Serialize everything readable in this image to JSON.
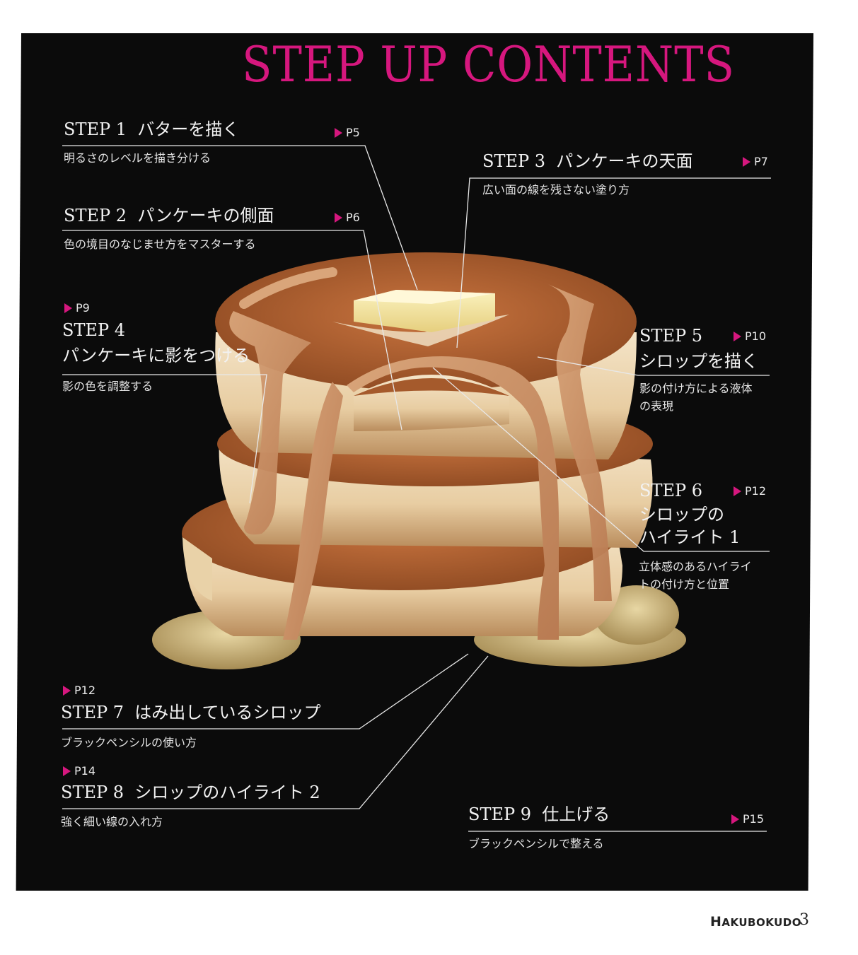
{
  "page": {
    "title": "STEP UP CONTENTS",
    "accent_color": "#d6177e",
    "background_color": "#0b0b0b",
    "publisher": "HAKUBOKUDO",
    "publisher_first": "H",
    "publisher_rest": "AKUBOKUDO",
    "page_number": "3"
  },
  "illustration": {
    "subject": "stack of three pancakes with butter and syrup (chalk art)",
    "icon": "pancake-illustration"
  },
  "steps": [
    {
      "num": "STEP 1",
      "title": "バターを描く",
      "page": "P5",
      "desc": [
        "明るさのレベルを描き分ける"
      ]
    },
    {
      "num": "STEP 2",
      "title": "パンケーキの側面",
      "page": "P6",
      "desc": [
        "色の境目のなじませ方をマスターする"
      ]
    },
    {
      "num": "STEP 3",
      "title": "パンケーキの天面",
      "page": "P7",
      "desc": [
        "広い面の線を残さない塗り方"
      ]
    },
    {
      "num": "STEP 4",
      "title": "パンケーキに影をつける",
      "page": "P9",
      "desc": [
        "影の色を調整する"
      ]
    },
    {
      "num": "STEP 5",
      "title": "シロップを描く",
      "page": "P10",
      "desc": [
        "影の付け方による液体",
        "の表現"
      ]
    },
    {
      "num": "STEP 6",
      "title": "シロップの",
      "title2": "ハイライト 1",
      "page": "P12",
      "desc": [
        "立体感のあるハイライ",
        "トの付け方と位置"
      ]
    },
    {
      "num": "STEP 7",
      "title": "はみ出しているシロップ",
      "page": "P12",
      "desc": [
        "ブラックペンシルの使い方"
      ]
    },
    {
      "num": "STEP 8",
      "title": "シロップのハイライト 2",
      "page": "P14",
      "desc": [
        "強く細い線の入れ方"
      ]
    },
    {
      "num": "STEP 9",
      "title": "仕上げる",
      "page": "P15",
      "desc": [
        "ブラックペンシルで整える"
      ]
    }
  ]
}
